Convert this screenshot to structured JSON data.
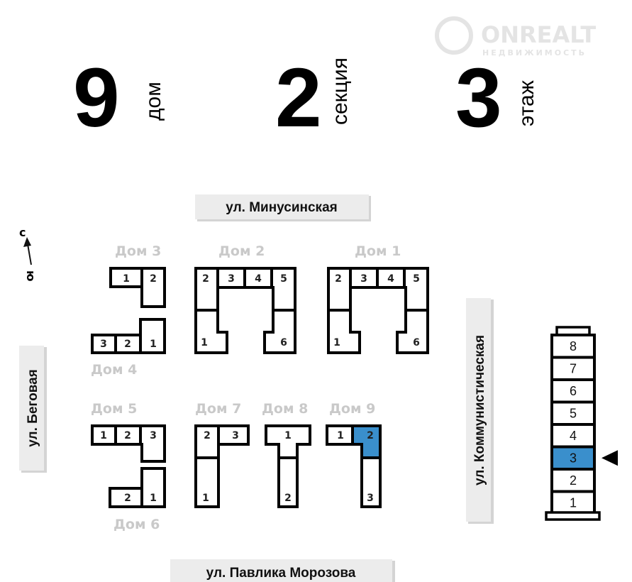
{
  "watermark": {
    "brand": "ONREALT",
    "subtitle": "НЕДВИЖИМОСТЬ"
  },
  "header": {
    "house": {
      "value": "9",
      "label": "дом"
    },
    "section": {
      "value": "2",
      "label": "секция"
    },
    "floor": {
      "value": "3",
      "label": "этаж"
    }
  },
  "compass": {
    "north": "с",
    "south": "ю"
  },
  "streets": {
    "top": "ул. Минусинская",
    "left": "ул. Беговая",
    "right": "ул. Коммунистическая",
    "bottom": "ул. Павлика Морозова"
  },
  "houses": [
    {
      "label": "Дом 1",
      "sections": [
        "1",
        "2",
        "3",
        "4",
        "5",
        "6"
      ]
    },
    {
      "label": "Дом 2",
      "sections": [
        "1",
        "2",
        "3",
        "4",
        "5",
        "6"
      ]
    },
    {
      "label": "Дом 3",
      "sections": [
        "1",
        "2"
      ]
    },
    {
      "label": "Дом 4",
      "sections": [
        "1",
        "2",
        "3"
      ]
    },
    {
      "label": "Дом 5",
      "sections": [
        "1",
        "2",
        "3"
      ]
    },
    {
      "label": "Дом 6",
      "sections": [
        "1",
        "2"
      ]
    },
    {
      "label": "Дом 7",
      "sections": [
        "1",
        "2",
        "3"
      ]
    },
    {
      "label": "Дом 8",
      "sections": [
        "1",
        "2"
      ]
    },
    {
      "label": "Дом 9",
      "sections": [
        "1",
        "2",
        "3"
      ]
    }
  ],
  "selected": {
    "house": "Дом 9",
    "section": "2",
    "floor": "3"
  },
  "floors": [
    "1",
    "2",
    "3",
    "4",
    "5",
    "6",
    "7",
    "8"
  ],
  "colors": {
    "highlight": "#3a8fcc",
    "house_label": "#c9c9c9",
    "street_bg": "#e9e9e9"
  }
}
